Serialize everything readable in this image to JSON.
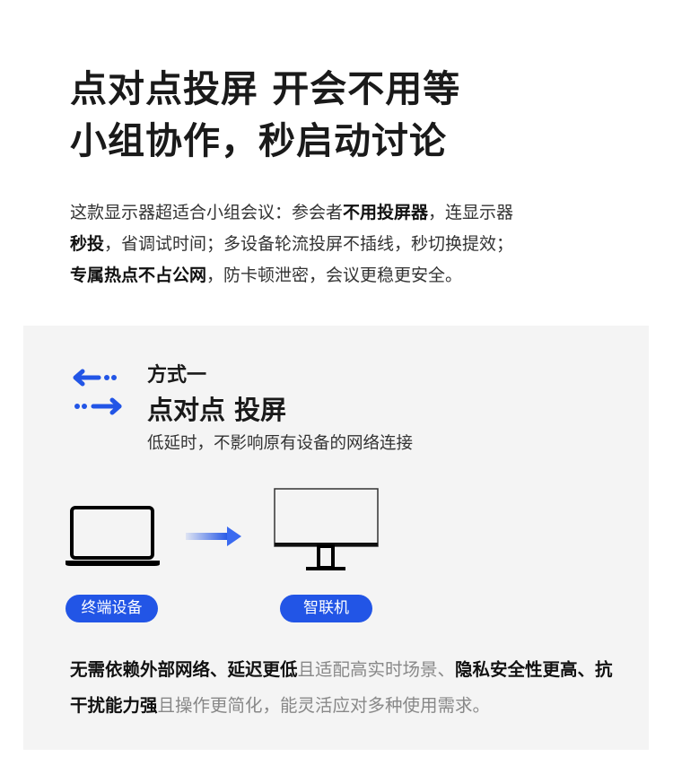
{
  "title": {
    "line1": "点对点投屏 开会不用等",
    "line2": "小组协作，秒启动讨论"
  },
  "intro": {
    "segments": [
      {
        "text": "这款显示器超适合小组会议：参会者",
        "bold": false
      },
      {
        "text": "不用投屏器",
        "bold": true
      },
      {
        "text": "，连显示器",
        "bold": false
      },
      {
        "text": "秒投",
        "bold": true
      },
      {
        "text": "，省调试时间；多设备轮流投屏不插线，秒切换提效；",
        "bold": false
      },
      {
        "text": "专属热点不占公网",
        "bold": true
      },
      {
        "text": "，防卡顿泄密，会议更稳更安全。",
        "bold": false
      }
    ]
  },
  "panel": {
    "method_label": "方式一",
    "method_title": "点对点 投屏",
    "method_subtitle": "低延时，不影响原有设备的网络连接",
    "device_left": "终端设备",
    "device_right": "智联机",
    "accent": "#2255e6",
    "segments": [
      {
        "text": "无需依赖外部网络、延迟更低",
        "bold": true
      },
      {
        "text": "且适配高实时场景、",
        "bold": false
      },
      {
        "text": "隐私安全性更高、抗干扰能力强",
        "bold": true
      },
      {
        "text": "且操作更简化，能灵活应对多种使用需求。",
        "bold": false
      }
    ]
  }
}
